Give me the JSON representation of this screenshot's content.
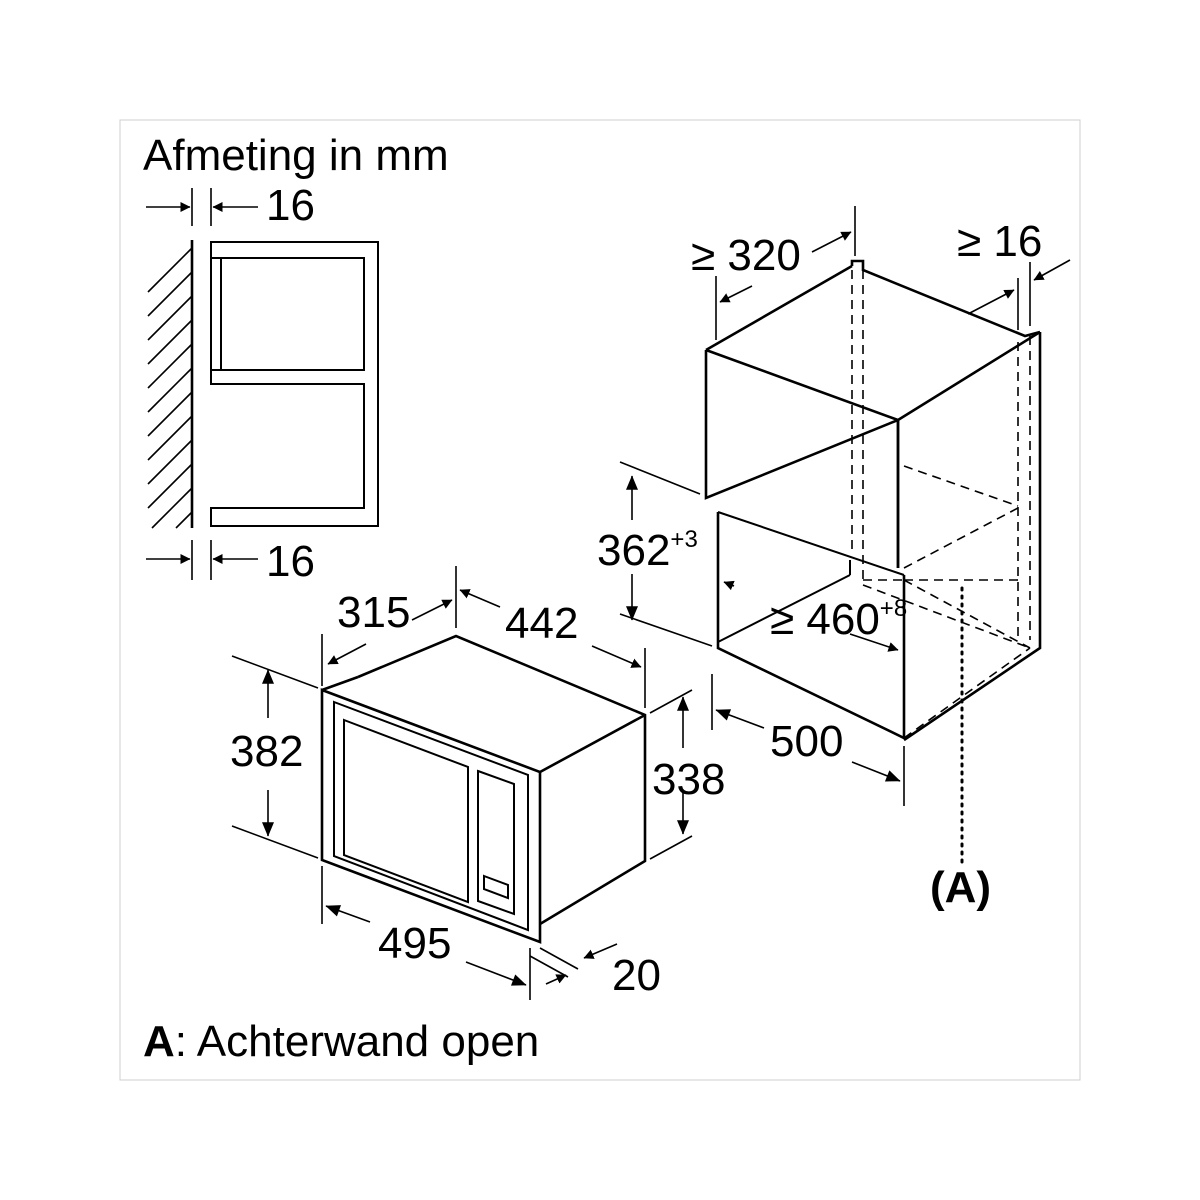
{
  "title": "Afmeting in mm",
  "side_view": {
    "top_gap": "16",
    "bottom_gap": "16"
  },
  "appliance": {
    "depth": "315",
    "width_top": "442",
    "height_front": "382",
    "height_body": "338",
    "width_front": "495",
    "front_thickness": "20"
  },
  "niche": {
    "depth_min": "≥ 320",
    "side_gap_min": "≥ 16",
    "height": "362",
    "height_tolerance": "+3",
    "width_min": "≥ 460",
    "width_tolerance": "+8",
    "cabinet_depth": "500",
    "callout": "(A)"
  },
  "legend": {
    "key": "A",
    "text": ": Achterwand open"
  }
}
